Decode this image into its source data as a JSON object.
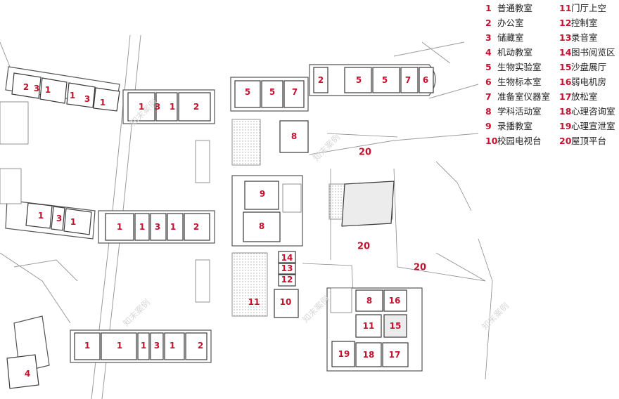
{
  "legend": [
    {
      "num": "1",
      "label": "普通教室"
    },
    {
      "num": "2",
      "label": "办公室"
    },
    {
      "num": "3",
      "label": "储藏室"
    },
    {
      "num": "4",
      "label": "机动教室"
    },
    {
      "num": "5",
      "label": "生物实验室"
    },
    {
      "num": "6",
      "label": "生物标本室"
    },
    {
      "num": "7",
      "label": "准备室仪器室"
    },
    {
      "num": "8",
      "label": "学科活动室"
    },
    {
      "num": "9",
      "label": "录播教室"
    },
    {
      "num": "10",
      "label": "校园电视台"
    },
    {
      "num": "11",
      "label": "门厅上空"
    },
    {
      "num": "12",
      "label": "控制室"
    },
    {
      "num": "13",
      "label": "录音室"
    },
    {
      "num": "14",
      "label": "图书阅览区"
    },
    {
      "num": "15",
      "label": "沙盘展厅"
    },
    {
      "num": "16",
      "label": "弱电机房"
    },
    {
      "num": "17",
      "label": "放松室"
    },
    {
      "num": "18",
      "label": "心理咨询室"
    },
    {
      "num": "19",
      "label": "心理宣泄室"
    },
    {
      "num": "20",
      "label": "屋顶平台"
    }
  ],
  "watermark": "知末案例",
  "room_labels": {
    "w1_a": "2",
    "w1_b": "3",
    "w1_c": "1",
    "w1_d": "1",
    "w1_e": "3",
    "w1_f": "1",
    "r1_a": "1",
    "r1_b": "3",
    "r1_c": "1",
    "r1_d": "2",
    "n_a": "5",
    "n_b": "5",
    "n_c": "7",
    "ne_a": "2",
    "ne_b": "5",
    "ne_c": "5",
    "ne_d": "7",
    "ne_e": "6",
    "c_8a": "8",
    "roof_a": "20",
    "w2_a": "1",
    "w2_b": "3",
    "w2_c": "1",
    "r2_a": "1",
    "r2_b": "1",
    "r2_c": "3",
    "r2_d": "1",
    "r2_e": "2",
    "c_9": "9",
    "c_8b": "8",
    "roof_b": "20",
    "roof_c": "20",
    "c_14": "14",
    "c_13": "13",
    "c_12": "12",
    "c_11": "11",
    "c_10": "10",
    "se_8": "8",
    "se_16": "16",
    "se_11": "11",
    "se_15": "15",
    "se_19": "19",
    "se_18": "18",
    "se_17": "17",
    "r3_a": "1",
    "r3_b": "1",
    "r3_c": "1",
    "r3_d": "3",
    "r3_e": "1",
    "r3_f": "2",
    "sw_4": "4"
  }
}
